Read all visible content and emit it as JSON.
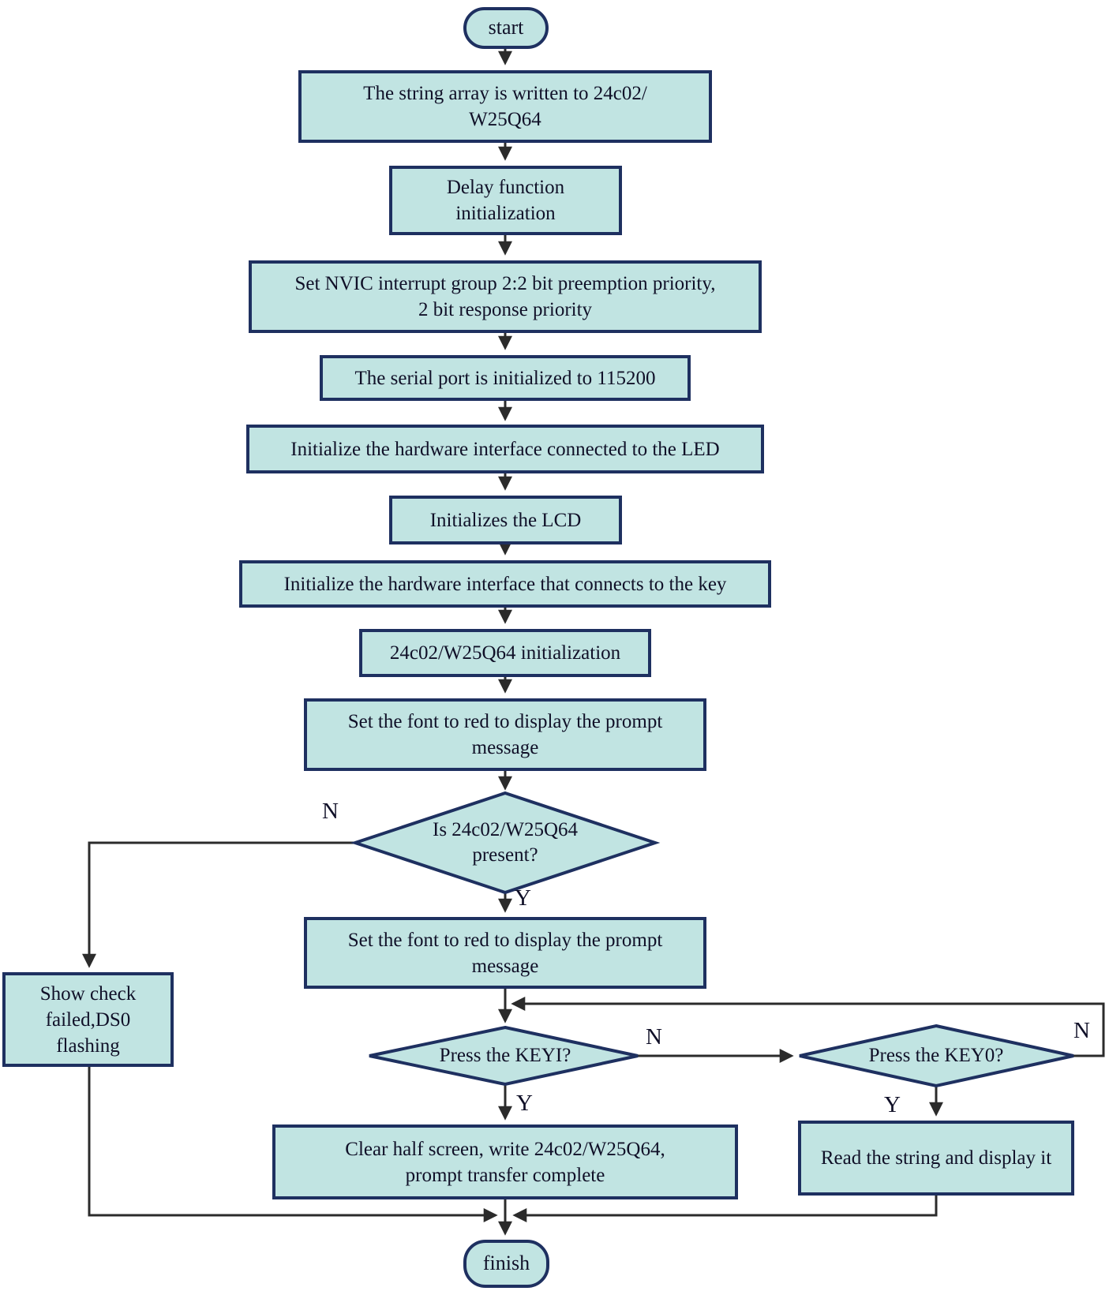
{
  "diagram_type": "flowchart",
  "colors": {
    "node_fill": "#c1e4e2",
    "node_border": "#1e3060",
    "connector": "#2b2b2b",
    "text": "#101028",
    "background": "#ffffff"
  },
  "nodes": {
    "start": {
      "type": "terminal",
      "label": "start"
    },
    "write_string": {
      "type": "process",
      "label": "The string array is written to 24c02/\nW25Q64"
    },
    "delay_init": {
      "type": "process",
      "label": "Delay function\ninitialization"
    },
    "nvic_init": {
      "type": "process",
      "label": "Set NVIC interrupt group 2:2 bit preemption priority,\n2 bit response priority"
    },
    "serial_init": {
      "type": "process",
      "label": "The serial port is initialized to 115200"
    },
    "led_init": {
      "type": "process",
      "label": "Initialize the hardware interface connected to the LED"
    },
    "lcd_init": {
      "type": "process",
      "label": "Initializes the LCD"
    },
    "key_init": {
      "type": "process",
      "label": "Initialize the hardware interface that connects to the key"
    },
    "chip_init": {
      "type": "process",
      "label": "24c02/W25Q64 initialization"
    },
    "font_red_1": {
      "type": "process",
      "label": "Set the font to red to display the prompt\nmessage"
    },
    "present_check": {
      "type": "decision",
      "label": "Is 24c02/W25Q64\npresent?"
    },
    "show_check_failed": {
      "type": "process",
      "label": "Show check\nfailed,DS0\nflashing"
    },
    "font_red_2": {
      "type": "process",
      "label": "Set the font to red to display the prompt\nmessage"
    },
    "press_key1": {
      "type": "decision",
      "label": "Press the KEYI?"
    },
    "press_key0": {
      "type": "decision",
      "label": "Press the KEY0?"
    },
    "clear_half_screen": {
      "type": "process",
      "label": "Clear half screen, write 24c02/W25Q64,\nprompt transfer complete"
    },
    "read_string": {
      "type": "process",
      "label": "Read the string and display it"
    },
    "finish": {
      "type": "terminal",
      "label": "finish"
    }
  },
  "edges": [
    {
      "from": "start",
      "to": "write_string",
      "label": ""
    },
    {
      "from": "write_string",
      "to": "delay_init",
      "label": ""
    },
    {
      "from": "delay_init",
      "to": "nvic_init",
      "label": ""
    },
    {
      "from": "nvic_init",
      "to": "serial_init",
      "label": ""
    },
    {
      "from": "serial_init",
      "to": "led_init",
      "label": ""
    },
    {
      "from": "led_init",
      "to": "lcd_init",
      "label": ""
    },
    {
      "from": "lcd_init",
      "to": "key_init",
      "label": ""
    },
    {
      "from": "key_init",
      "to": "chip_init",
      "label": ""
    },
    {
      "from": "chip_init",
      "to": "font_red_1",
      "label": ""
    },
    {
      "from": "font_red_1",
      "to": "present_check",
      "label": ""
    },
    {
      "from": "present_check",
      "to": "show_check_failed",
      "label": "N"
    },
    {
      "from": "present_check",
      "to": "font_red_2",
      "label": "Y"
    },
    {
      "from": "font_red_2",
      "to": "press_key1",
      "label": ""
    },
    {
      "from": "press_key1",
      "to": "clear_half_screen",
      "label": "Y"
    },
    {
      "from": "press_key1",
      "to": "press_key0",
      "label": "N"
    },
    {
      "from": "press_key0",
      "to": "read_string",
      "label": "Y"
    },
    {
      "from": "press_key0",
      "to": "press_key1",
      "label": "N"
    },
    {
      "from": "show_check_failed",
      "to": "finish",
      "label": ""
    },
    {
      "from": "clear_half_screen",
      "to": "finish",
      "label": ""
    },
    {
      "from": "read_string",
      "to": "finish",
      "label": ""
    }
  ]
}
